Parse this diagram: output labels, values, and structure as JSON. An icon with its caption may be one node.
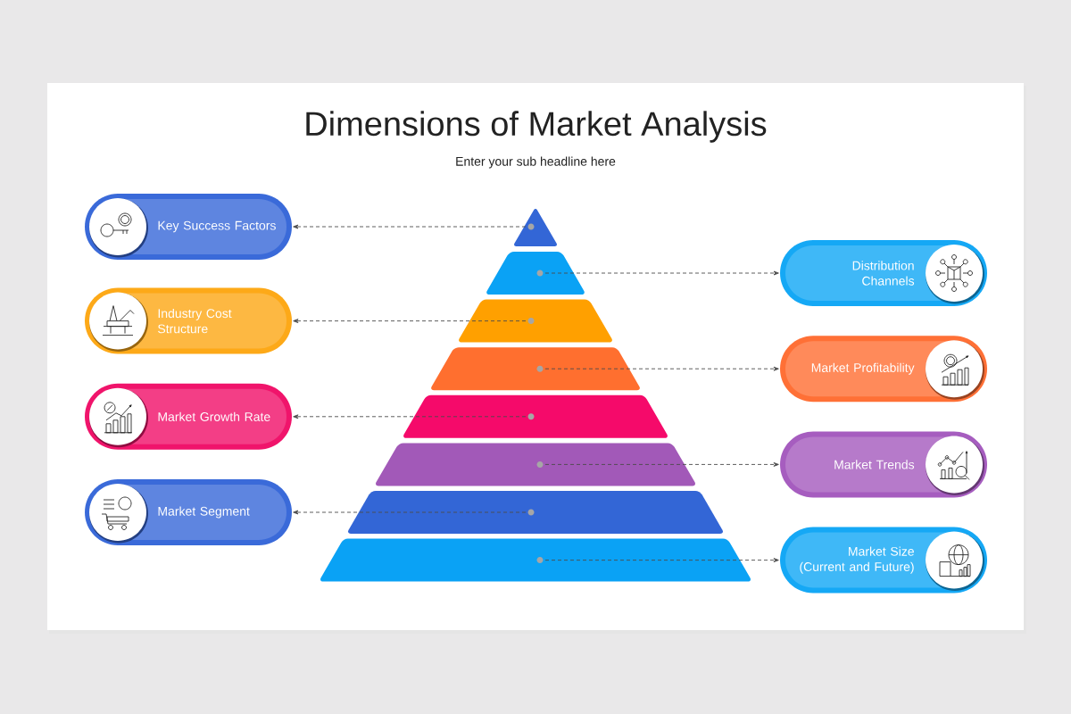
{
  "diagram": {
    "title": "Dimensions of Market Analysis",
    "nodes": [
      {
        "text": [],
        "shape": "triangle"
      },
      {
        "text": [],
        "shape": "trapezoid"
      },
      {
        "text": [],
        "shape": "trapezoid"
      },
      {
        "text": [],
        "shape": "trapezoid"
      },
      {
        "text": [],
        "shape": "trapezoid"
      },
      {
        "text": [],
        "shape": "trapezoid"
      },
      {
        "text": [],
        "shape": "trapezoid"
      },
      {
        "text": [],
        "shape": "trapezoid"
      },
      {
        "text": [
          "Key Success Factors"
        ]
      },
      {
        "text": [
          "Distribution Channels"
        ]
      },
      {
        "text": [
          "Industry Cost Structure"
        ]
      },
      {
        "text": [
          "Market Profitability"
        ]
      },
      {
        "text": [
          "Market Growth Rate"
        ]
      },
      {
        "text": [
          "Market Trends"
        ]
      },
      {
        "text": [
          "Market Segment"
        ]
      },
      {
        "text": [
          "Market Size (Current and Future)"
        ]
      }
    ],
    "edges": [
      {
        "from": 0,
        "to": 8,
        "arrow": "to",
        "style": "dashed"
      },
      {
        "from": 1,
        "to": 9,
        "arrow": "to",
        "style": "dashed"
      },
      {
        "from": 2,
        "to": 10,
        "arrow": "to",
        "style": "dashed"
      },
      {
        "from": 3,
        "to": 11,
        "arrow": "to",
        "style": "dashed"
      },
      {
        "from": 4,
        "to": 12,
        "arrow": "to",
        "style": "dashed"
      },
      {
        "from": 5,
        "to": 13,
        "arrow": "to",
        "style": "dashed"
      },
      {
        "from": 6,
        "to": 14,
        "arrow": "to",
        "style": "dashed"
      },
      {
        "from": 7,
        "to": 15,
        "arrow": "to",
        "style": "dashed"
      }
    ],
    "labels": [
      "Enter your sub headline here"
    ]
  }
}
